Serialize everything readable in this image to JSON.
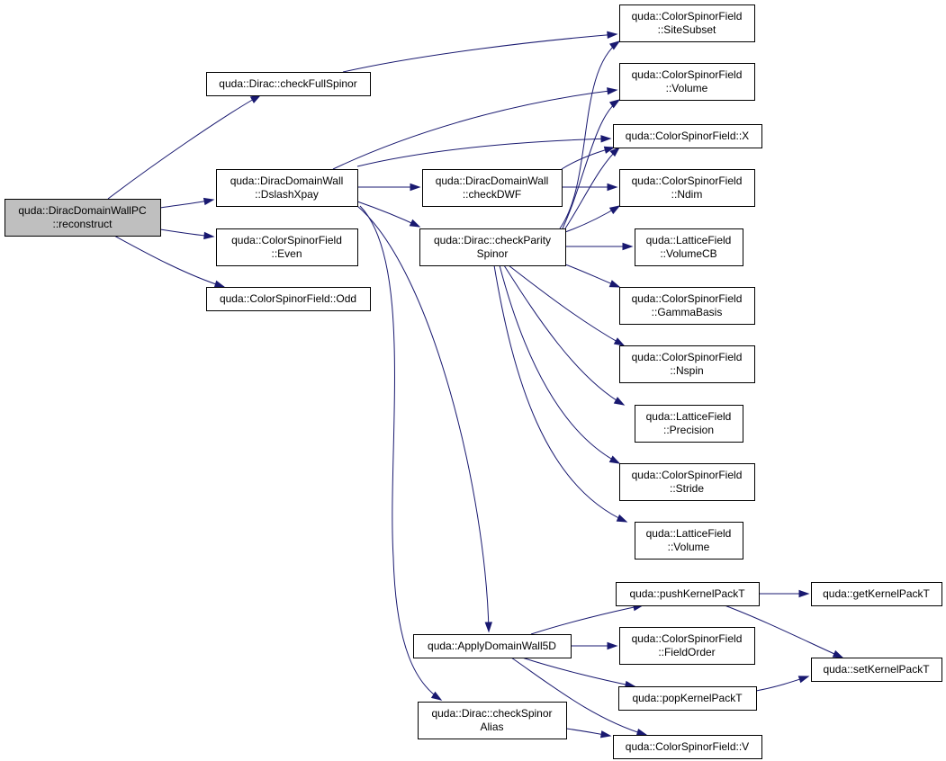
{
  "diagram": {
    "colors": {
      "edge": "#191970",
      "node_fill": "#ffffff",
      "root_fill": "#bfbfbf",
      "border": "#000000"
    },
    "nodes": [
      {
        "id": "reconstruct",
        "lines": [
          "quda::DiracDomainWallPC",
          "::reconstruct"
        ],
        "root": true
      },
      {
        "id": "checkFullSpinor",
        "lines": [
          "quda::Dirac::checkFullSpinor"
        ]
      },
      {
        "id": "DslashXpay",
        "lines": [
          "quda::DiracDomainWall",
          "::DslashXpay"
        ]
      },
      {
        "id": "Even",
        "lines": [
          "quda::ColorSpinorField",
          "::Even"
        ]
      },
      {
        "id": "Odd",
        "lines": [
          "quda::ColorSpinorField::Odd"
        ]
      },
      {
        "id": "checkDWF",
        "lines": [
          "quda::DiracDomainWall",
          "::checkDWF"
        ]
      },
      {
        "id": "checkParitySpinor",
        "lines": [
          "quda::Dirac::checkParity",
          "Spinor"
        ]
      },
      {
        "id": "ApplyDomainWall5D",
        "lines": [
          "quda::ApplyDomainWall5D"
        ]
      },
      {
        "id": "checkSpinorAlias",
        "lines": [
          "quda::Dirac::checkSpinor",
          "Alias"
        ]
      },
      {
        "id": "SiteSubset",
        "lines": [
          "quda::ColorSpinorField",
          "::SiteSubset"
        ]
      },
      {
        "id": "CSFVolume",
        "lines": [
          "quda::ColorSpinorField",
          "::Volume"
        ]
      },
      {
        "id": "X",
        "lines": [
          "quda::ColorSpinorField::X"
        ]
      },
      {
        "id": "Ndim",
        "lines": [
          "quda::ColorSpinorField",
          "::Ndim"
        ]
      },
      {
        "id": "VolumeCB",
        "lines": [
          "quda::LatticeField",
          "::VolumeCB"
        ]
      },
      {
        "id": "GammaBasis",
        "lines": [
          "quda::ColorSpinorField",
          "::GammaBasis"
        ]
      },
      {
        "id": "Nspin",
        "lines": [
          "quda::ColorSpinorField",
          "::Nspin"
        ]
      },
      {
        "id": "Precision",
        "lines": [
          "quda::LatticeField",
          "::Precision"
        ]
      },
      {
        "id": "Stride",
        "lines": [
          "quda::ColorSpinorField",
          "::Stride"
        ]
      },
      {
        "id": "LFVolume",
        "lines": [
          "quda::LatticeField",
          "::Volume"
        ]
      },
      {
        "id": "pushKernelPackT",
        "lines": [
          "quda::pushKernelPackT"
        ]
      },
      {
        "id": "FieldOrder",
        "lines": [
          "quda::ColorSpinorField",
          "::FieldOrder"
        ]
      },
      {
        "id": "popKernelPackT",
        "lines": [
          "quda::popKernelPackT"
        ]
      },
      {
        "id": "V",
        "lines": [
          "quda::ColorSpinorField::V"
        ]
      },
      {
        "id": "getKernelPackT",
        "lines": [
          "quda::getKernelPackT"
        ]
      },
      {
        "id": "setKernelPackT",
        "lines": [
          "quda::setKernelPackT"
        ]
      }
    ],
    "edges": [
      {
        "from": "reconstruct",
        "to": "checkFullSpinor"
      },
      {
        "from": "reconstruct",
        "to": "DslashXpay"
      },
      {
        "from": "reconstruct",
        "to": "Even"
      },
      {
        "from": "reconstruct",
        "to": "Odd"
      },
      {
        "from": "checkFullSpinor",
        "to": "SiteSubset"
      },
      {
        "from": "DslashXpay",
        "to": "CSFVolume"
      },
      {
        "from": "DslashXpay",
        "to": "X"
      },
      {
        "from": "DslashXpay",
        "to": "checkDWF"
      },
      {
        "from": "DslashXpay",
        "to": "checkParitySpinor"
      },
      {
        "from": "DslashXpay",
        "to": "ApplyDomainWall5D"
      },
      {
        "from": "DslashXpay",
        "to": "checkSpinorAlias"
      },
      {
        "from": "checkDWF",
        "to": "X"
      },
      {
        "from": "checkDWF",
        "to": "Ndim"
      },
      {
        "from": "checkParitySpinor",
        "to": "SiteSubset"
      },
      {
        "from": "checkParitySpinor",
        "to": "CSFVolume"
      },
      {
        "from": "checkParitySpinor",
        "to": "X"
      },
      {
        "from": "checkParitySpinor",
        "to": "Ndim"
      },
      {
        "from": "checkParitySpinor",
        "to": "VolumeCB"
      },
      {
        "from": "checkParitySpinor",
        "to": "GammaBasis"
      },
      {
        "from": "checkParitySpinor",
        "to": "Nspin"
      },
      {
        "from": "checkParitySpinor",
        "to": "Precision"
      },
      {
        "from": "checkParitySpinor",
        "to": "Stride"
      },
      {
        "from": "checkParitySpinor",
        "to": "LFVolume"
      },
      {
        "from": "ApplyDomainWall5D",
        "to": "pushKernelPackT"
      },
      {
        "from": "ApplyDomainWall5D",
        "to": "FieldOrder"
      },
      {
        "from": "ApplyDomainWall5D",
        "to": "popKernelPackT"
      },
      {
        "from": "ApplyDomainWall5D",
        "to": "V"
      },
      {
        "from": "checkSpinorAlias",
        "to": "V"
      },
      {
        "from": "pushKernelPackT",
        "to": "getKernelPackT"
      },
      {
        "from": "pushKernelPackT",
        "to": "setKernelPackT"
      },
      {
        "from": "popKernelPackT",
        "to": "setKernelPackT"
      }
    ]
  }
}
